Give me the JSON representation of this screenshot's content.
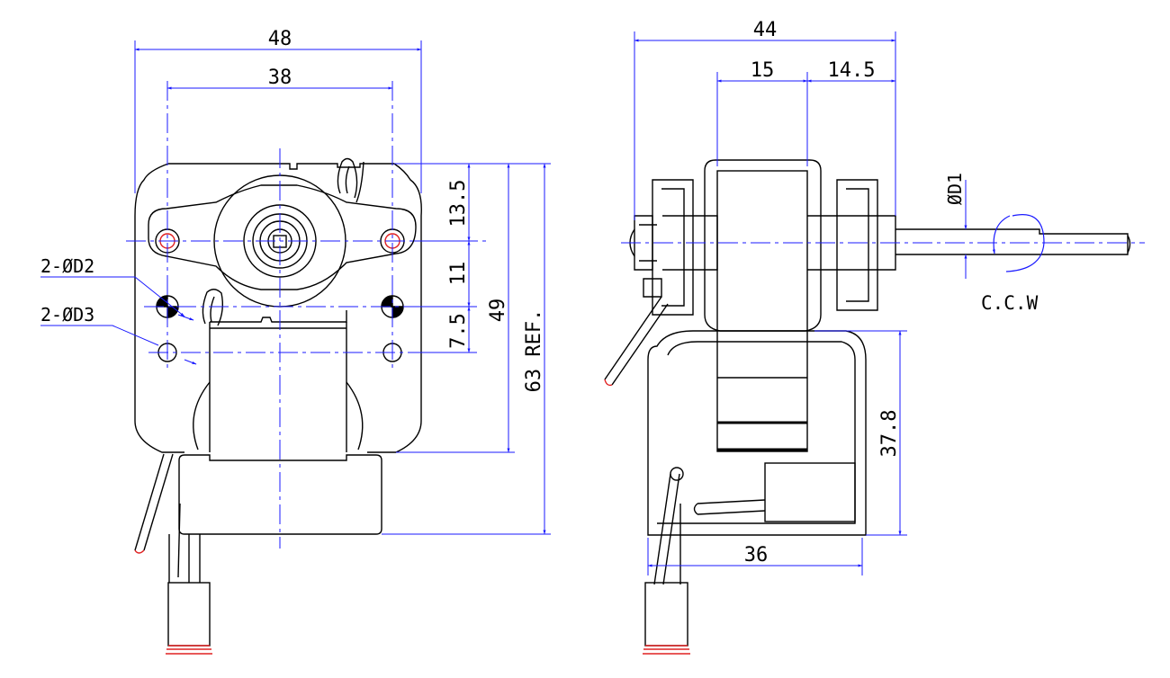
{
  "colors": {
    "outline": "#000000",
    "dimension": "#1a1aff",
    "centerline": "#1a1aff",
    "wire_end": "#e02020",
    "hatch": "#000000"
  },
  "front_view": {
    "dimensions": {
      "overall_width": "48",
      "hole_spacing": "38",
      "upper_offset": "13.5",
      "middle_offset": "11",
      "lower_offset": "7.5",
      "bracket_height": "49",
      "overall_height": "63 REF."
    },
    "callouts": {
      "d2": "2-ØD2",
      "d3": "2-ØD3"
    }
  },
  "side_view": {
    "dimensions": {
      "overall_depth": "44",
      "stack_width": "15",
      "shaft_offset": "14.5",
      "shaft_dia": "ØD1",
      "cap_height": "37.8",
      "cap_width": "36"
    },
    "rotation_label": "C.C.W"
  }
}
